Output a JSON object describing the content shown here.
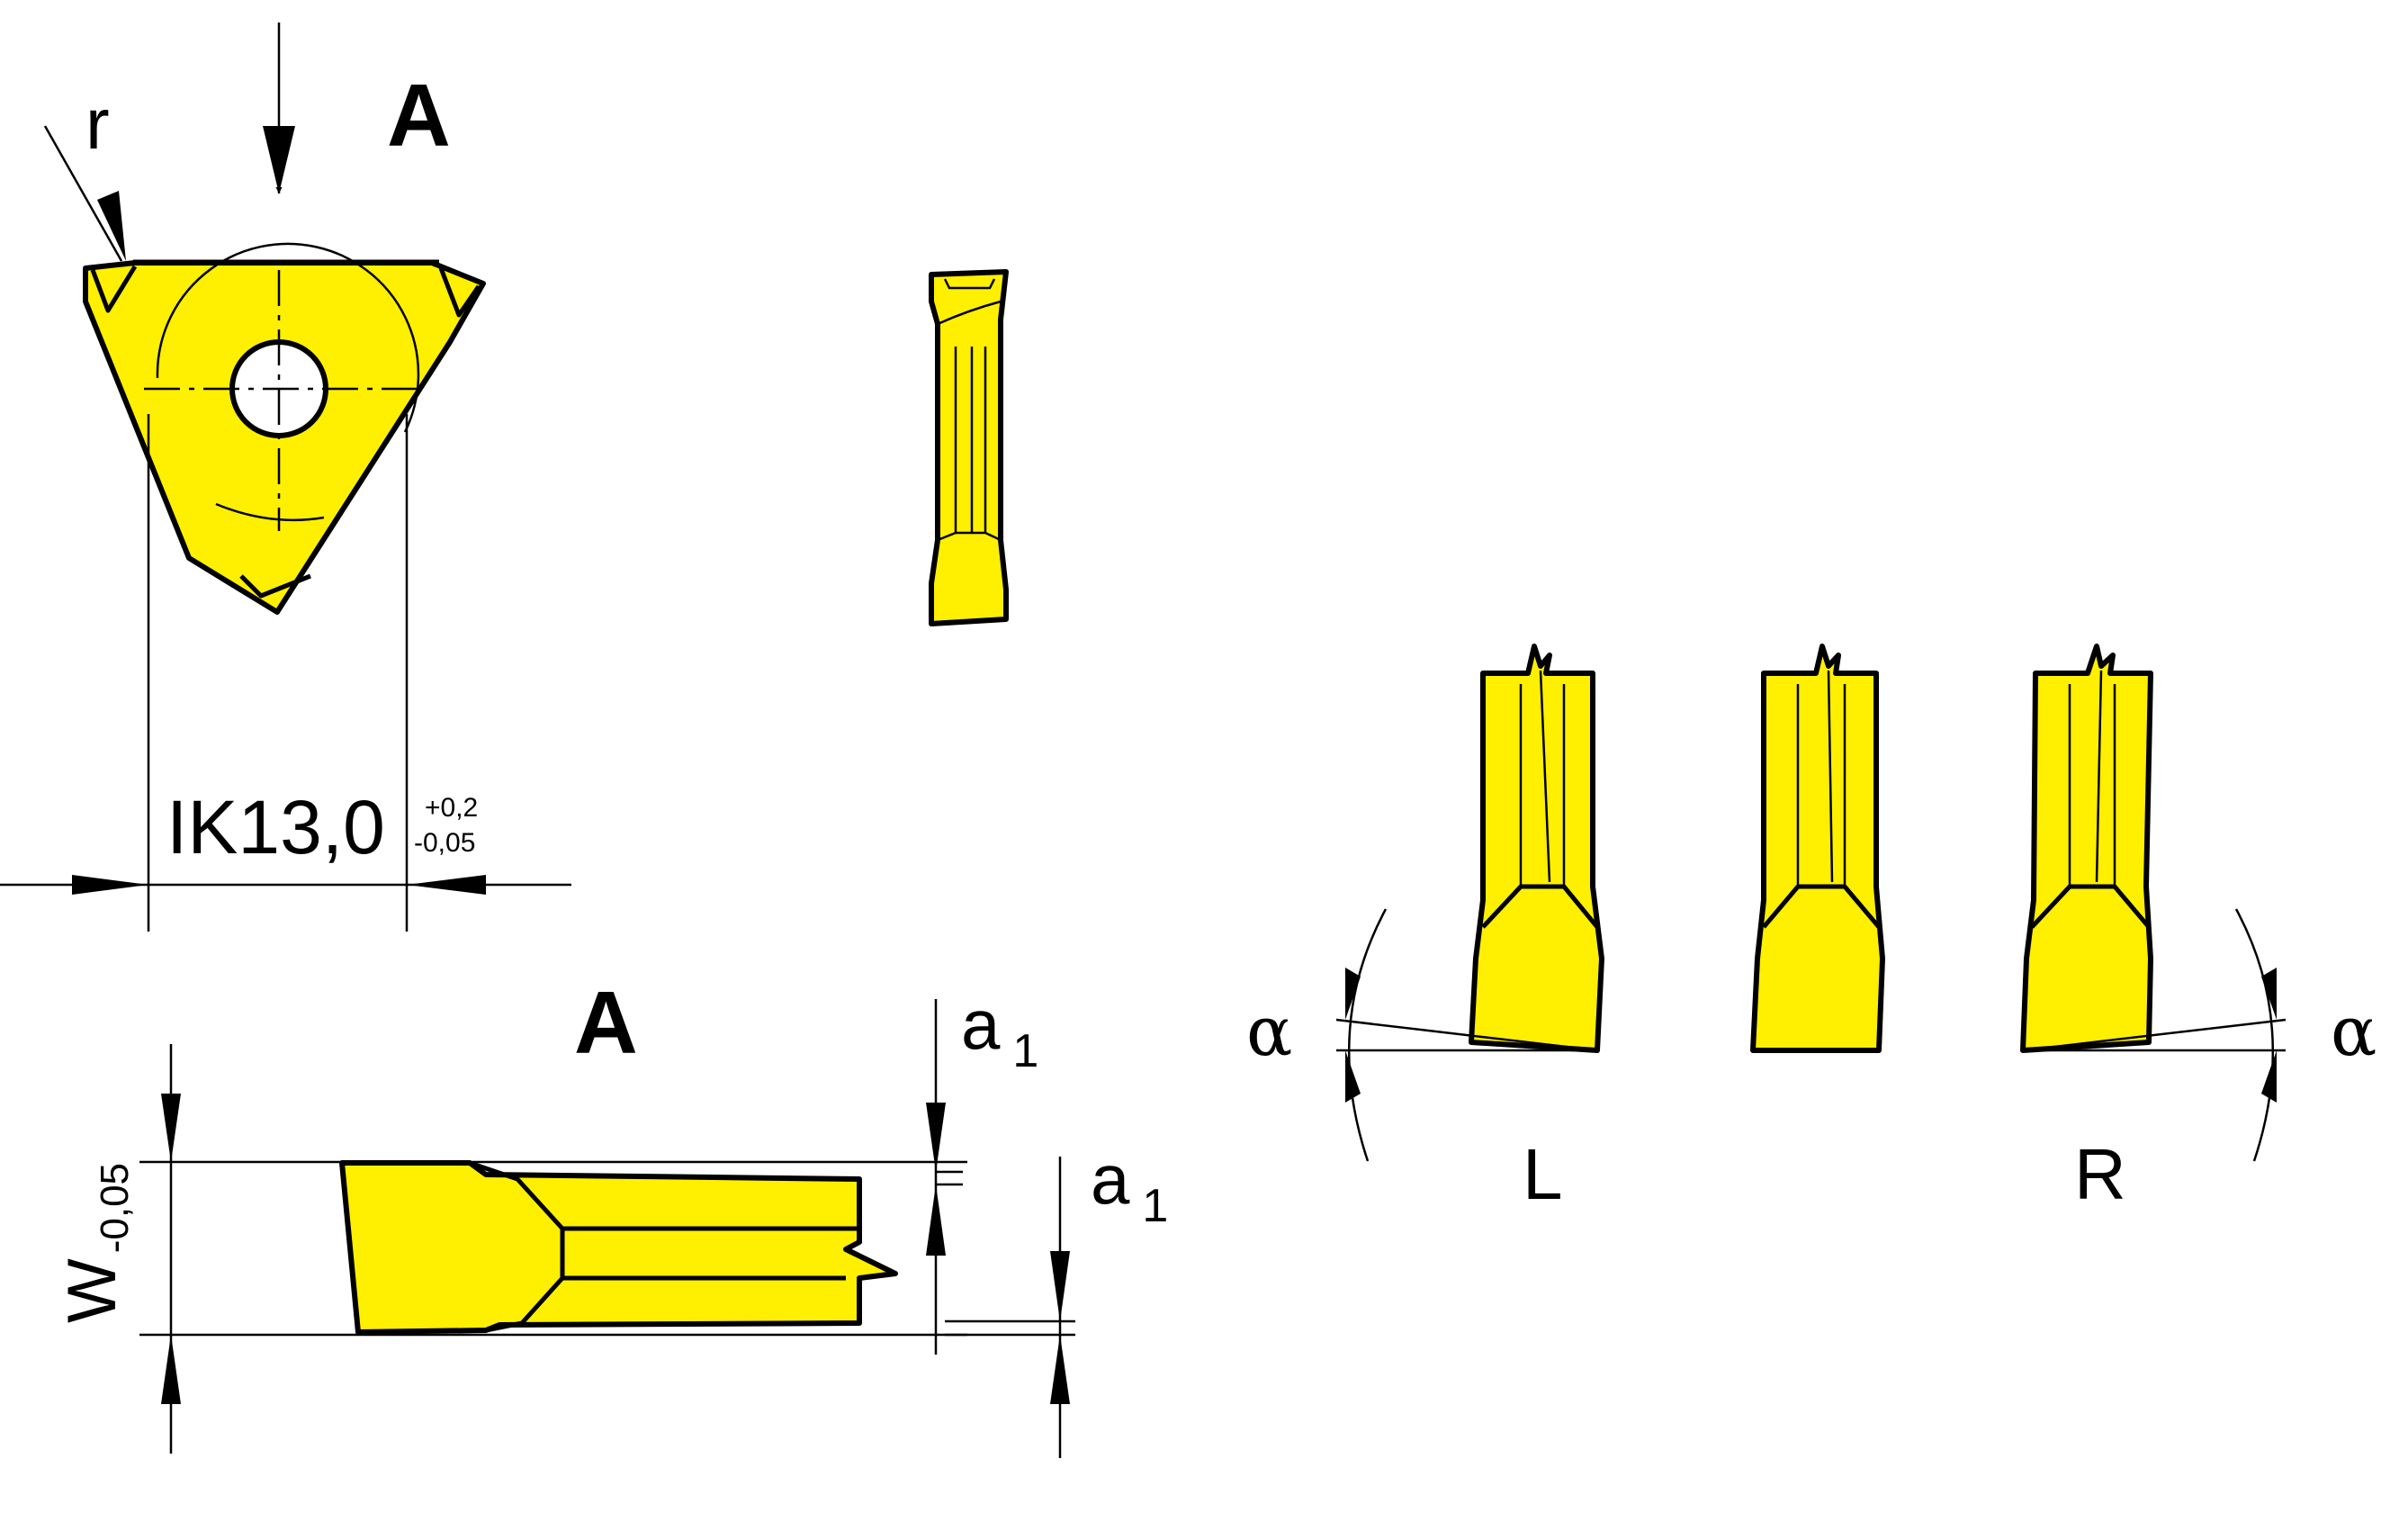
{
  "view_markers": {
    "top_view": "A",
    "section_view": "A"
  },
  "radius_label": "r",
  "inscribed_circle": {
    "label": "IK13,0",
    "tol_upper": "+0,2",
    "tol_lower": "-0,05"
  },
  "width_dim": {
    "label": "W",
    "tolerance": "-0,05"
  },
  "a1_dims": {
    "upper": {
      "a": "a",
      "sub": "1"
    },
    "lower": {
      "a": "a",
      "sub": "1"
    }
  },
  "variants": {
    "left": "L",
    "right": "R",
    "angle_symbol": "α"
  },
  "colors": {
    "insert_fill": "#ffef00",
    "line": "#000000",
    "background": "#ffffff"
  }
}
